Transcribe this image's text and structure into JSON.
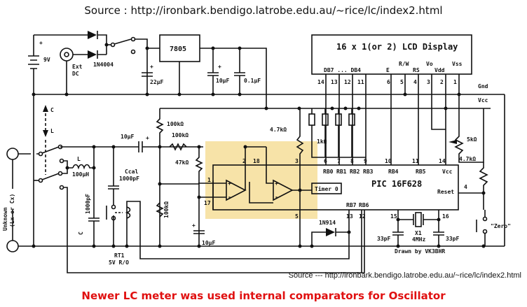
{
  "header": {
    "title": "Source : http://ironbark.bendigo.latrobe.edu.au/~rice/lc/index2.html"
  },
  "footer": {
    "source": "Source --- http://ironbark.bendigo.latrobe.edu.au/~rice/lc/index2.html",
    "caption": "Newer LC meter was used internal comparators for Oscillator"
  },
  "colors": {
    "highlight": "#f7e3a8",
    "caption": "#e01010"
  },
  "schematic": {
    "battery": "9V",
    "ext_dc": [
      "Ext",
      "DC"
    ],
    "diode1": "1N4004",
    "regulator": "7805",
    "cap_22": "22µF",
    "cap_10a": "10µF",
    "cap_01": "0.1µF",
    "lcd": {
      "title": "16 x 1(or 2) LCD Display",
      "pins_label": [
        "DB7 ... DB4",
        "E",
        "R/W",
        "RS",
        "Vo",
        "Vdd",
        "Vss"
      ],
      "pin_numbers": [
        "14",
        "13",
        "12",
        "11",
        "6",
        "5",
        "4",
        "3",
        "2",
        "1"
      ]
    },
    "rail_gnd": "Gnd",
    "rail_vcc": "Vcc",
    "switch_c": "C",
    "switch_l": "L",
    "inductor_l": "L",
    "inductor_val": "100µH",
    "cap_10b": "10µF",
    "ccal": [
      "Ccal",
      "1000pF"
    ],
    "res_100k_a": "100kΩ",
    "res_100k_b": "100kΩ",
    "res_47k": "47kΩ",
    "res_100k_c": "100kΩ",
    "res_4k7_a": "4.7kΩ",
    "res_1k": "1kΩ",
    "pot_5k": "5kΩ",
    "res_4k7_b": "4.7kΩ",
    "cap_c": "C",
    "cap_c_val": "1000pF",
    "unknown": [
      "Unknown",
      "(Lx or Cx)"
    ],
    "relay": [
      "RT1",
      "5V R/O"
    ],
    "cap_10c": "10µF",
    "pic": {
      "name": "PIC 16F628",
      "timer": "Timer 0",
      "pins_top": [
        "RB0",
        "RB1",
        "RB2",
        "RB3",
        "RB4",
        "RB5",
        "Vcc"
      ],
      "pin_numbers_top": [
        "6",
        "7",
        "8",
        "9",
        "10",
        "11",
        "14"
      ],
      "reset": "Reset",
      "reset_pin": "4",
      "pins_bottom": [
        "RB7",
        "RB6"
      ],
      "pin_numbers_bottom": [
        "13",
        "12",
        "15",
        "16"
      ],
      "comp_pins": [
        "1",
        "2",
        "18",
        "3",
        "17",
        "5"
      ]
    },
    "diode2": "1N914",
    "crystal": [
      "X1",
      "4MHz"
    ],
    "cap_33a": "33pF",
    "cap_33b": "33pF",
    "zero_button": "\"Zero\"",
    "credit": "Drawn by VK3BHR"
  }
}
